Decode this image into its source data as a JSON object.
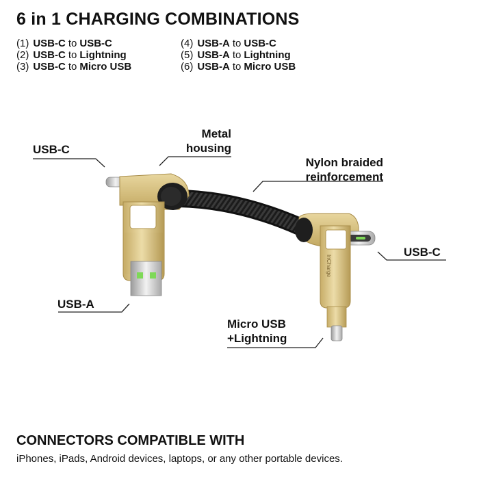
{
  "header": {
    "title": "6 in 1 CHARGING COMBINATIONS"
  },
  "combinations": {
    "left": [
      {
        "num": "(1)",
        "from": "USB-C",
        "to": "to",
        "dest": "USB-C"
      },
      {
        "num": "(2)",
        "from": "USB-C",
        "to": "to",
        "dest": "Lightning"
      },
      {
        "num": "(3)",
        "from": "USB-C",
        "to": "to",
        "dest": "Micro USB"
      }
    ],
    "right": [
      {
        "num": "(4)",
        "from": "USB-A",
        "to": "to",
        "dest": "USB-C"
      },
      {
        "num": "(5)",
        "from": "USB-A",
        "to": "to",
        "dest": "Lightning"
      },
      {
        "num": "(6)",
        "from": "USB-A",
        "to": "to",
        "dest": "Micro USB"
      }
    ]
  },
  "callouts": {
    "usb_c_left": "USB-C",
    "metal_1": "Metal",
    "metal_2": "housing",
    "nylon_1": "Nylon braided",
    "nylon_2": "reinforcement",
    "usb_c_right": "USB-C",
    "usb_a": "USB-A",
    "micro_1": "Micro USB",
    "micro_2": "+Lightning"
  },
  "device": {
    "brand_text": "InCharge",
    "colors": {
      "gold": "#d9c48c",
      "gold_dark": "#b49a55",
      "cable": "#1b1b1b",
      "led_green": "#7ed957"
    }
  },
  "footer": {
    "title": "CONNECTORS COMPATIBLE WITH",
    "text": "iPhones, iPads, Android devices, laptops, or any other portable devices."
  }
}
